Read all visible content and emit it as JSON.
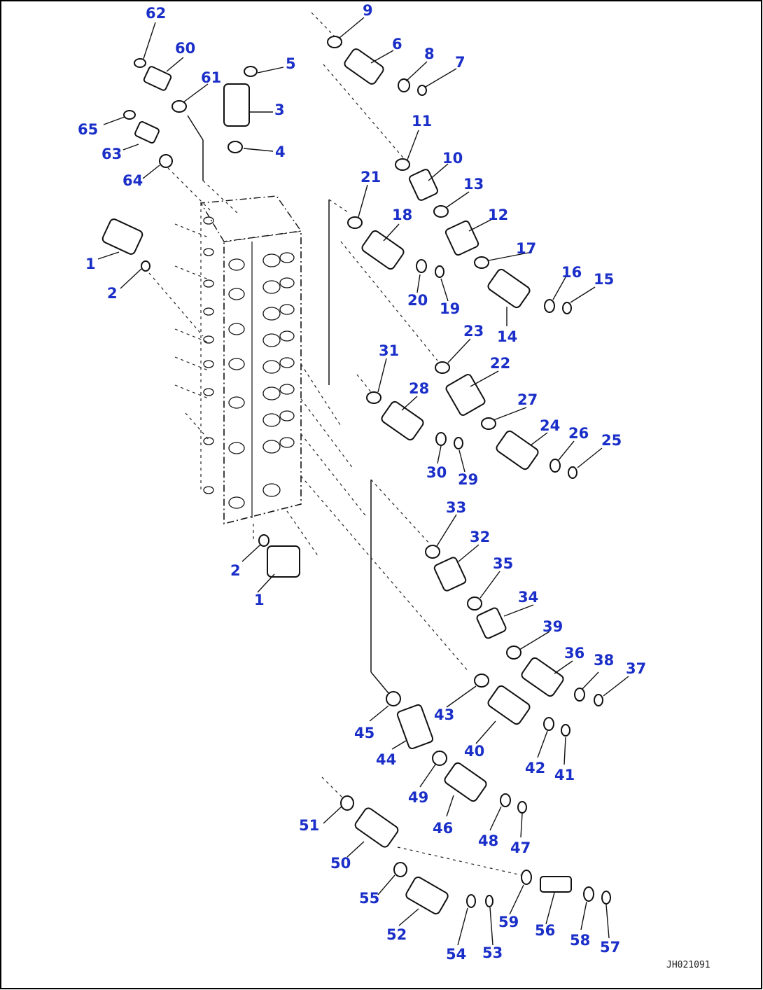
{
  "diagram": {
    "drawing_id": "JH021091",
    "callouts": [
      "62",
      "60",
      "61",
      "5",
      "3",
      "4",
      "65",
      "63",
      "64",
      "1",
      "2",
      "9",
      "6",
      "8",
      "7",
      "11",
      "10",
      "13",
      "21",
      "18",
      "12",
      "17",
      "16",
      "15",
      "20",
      "19",
      "14",
      "23",
      "31",
      "22",
      "28",
      "27",
      "24",
      "26",
      "25",
      "30",
      "29",
      "33",
      "32",
      "2",
      "1",
      "35",
      "34",
      "39",
      "36",
      "38",
      "37",
      "43",
      "45",
      "40",
      "42",
      "41",
      "44",
      "49",
      "46",
      "48",
      "47",
      "51",
      "50",
      "55",
      "59",
      "56",
      "58",
      "57",
      "52",
      "54",
      "53"
    ]
  }
}
